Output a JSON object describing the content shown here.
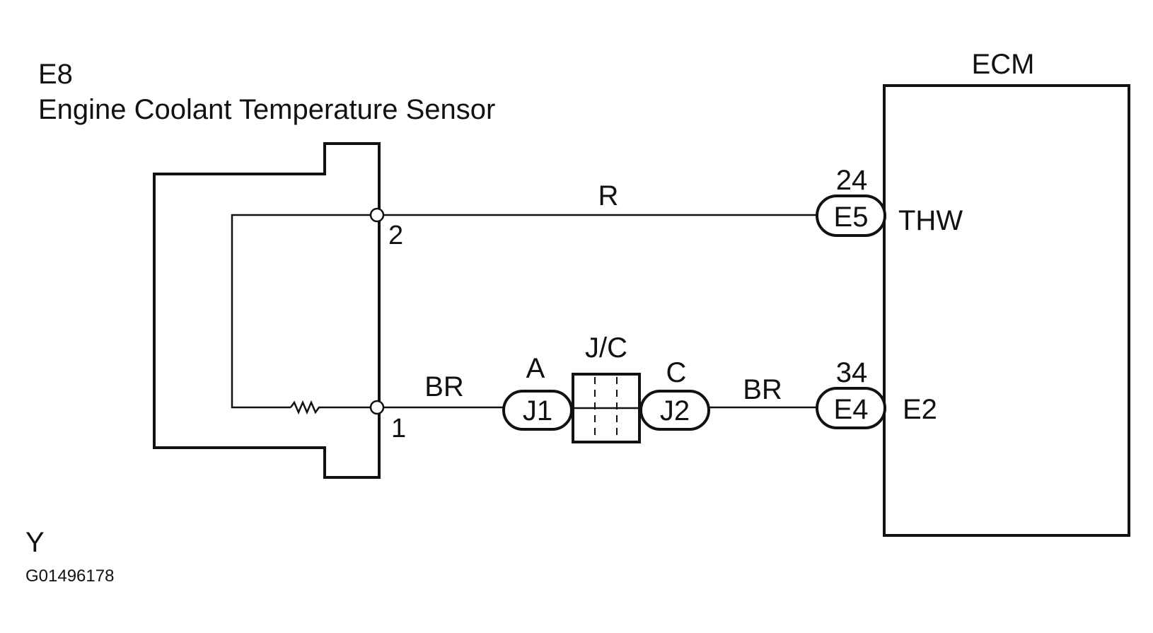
{
  "sensor": {
    "code": "E8",
    "name": "Engine Coolant Temperature Sensor",
    "pin_top": "2",
    "pin_bottom": "1"
  },
  "ecm": {
    "title": "ECM",
    "pin_thw_number": "24",
    "pin_thw_connector": "E5",
    "pin_thw_name": "THW",
    "pin_e2_number": "34",
    "pin_e2_connector": "E4",
    "pin_e2_name": "E2"
  },
  "wires": {
    "top_color": "R",
    "bottom_left_color": "BR",
    "bottom_right_color": "BR"
  },
  "junction": {
    "label": "J/C",
    "left_pin": "A",
    "left_connector": "J1",
    "right_pin": "C",
    "right_connector": "J2"
  },
  "footer": {
    "code_letter": "Y",
    "figure_id": "G01496178"
  }
}
